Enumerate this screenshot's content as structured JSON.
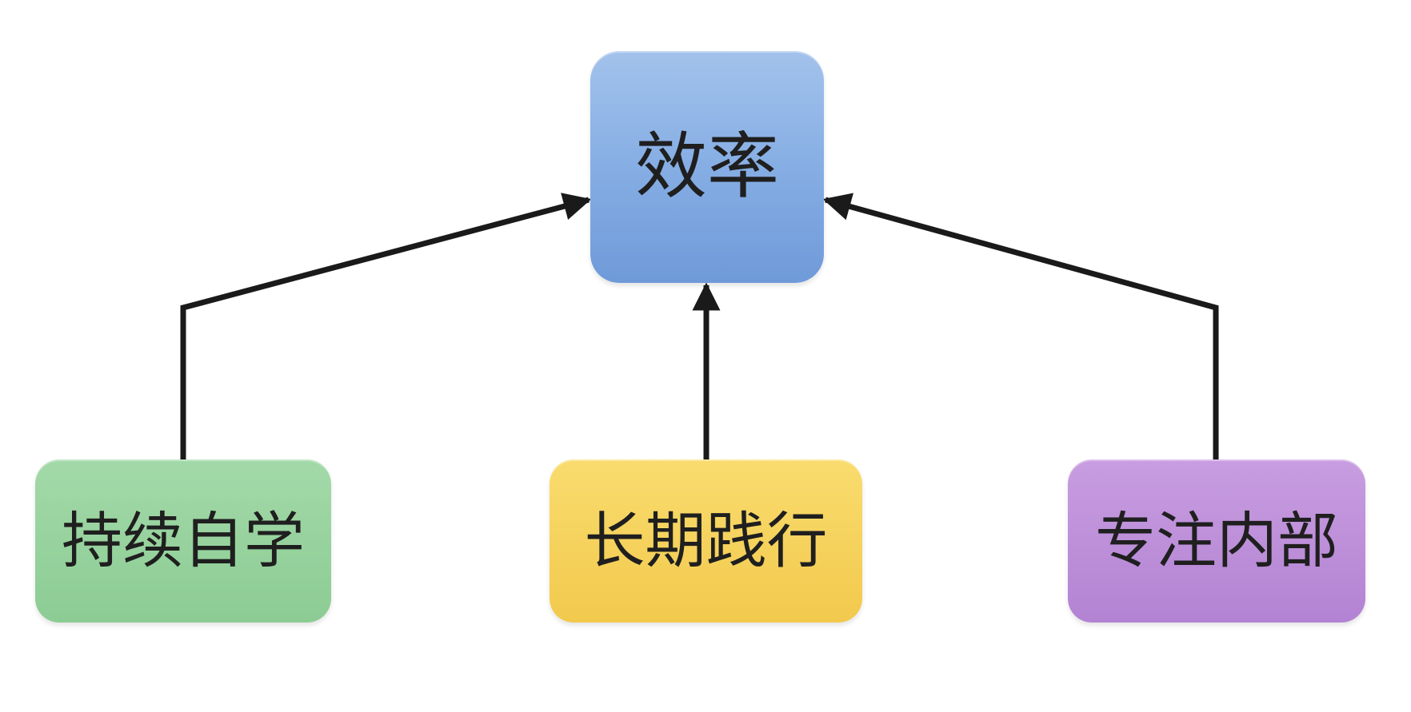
{
  "diagram": {
    "top_node": {
      "label": "效率",
      "color": "#86aee4"
    },
    "left_node": {
      "label": "持续自学",
      "color": "#8ccc93"
    },
    "middle_node": {
      "label": "长期践行",
      "color": "#f2c94d"
    },
    "right_node": {
      "label": "专注内部",
      "color": "#b383d3"
    },
    "edges": [
      {
        "from": "持续自学",
        "to": "效率"
      },
      {
        "from": "长期践行",
        "to": "效率"
      },
      {
        "from": "专注内部",
        "to": "效率"
      }
    ]
  }
}
